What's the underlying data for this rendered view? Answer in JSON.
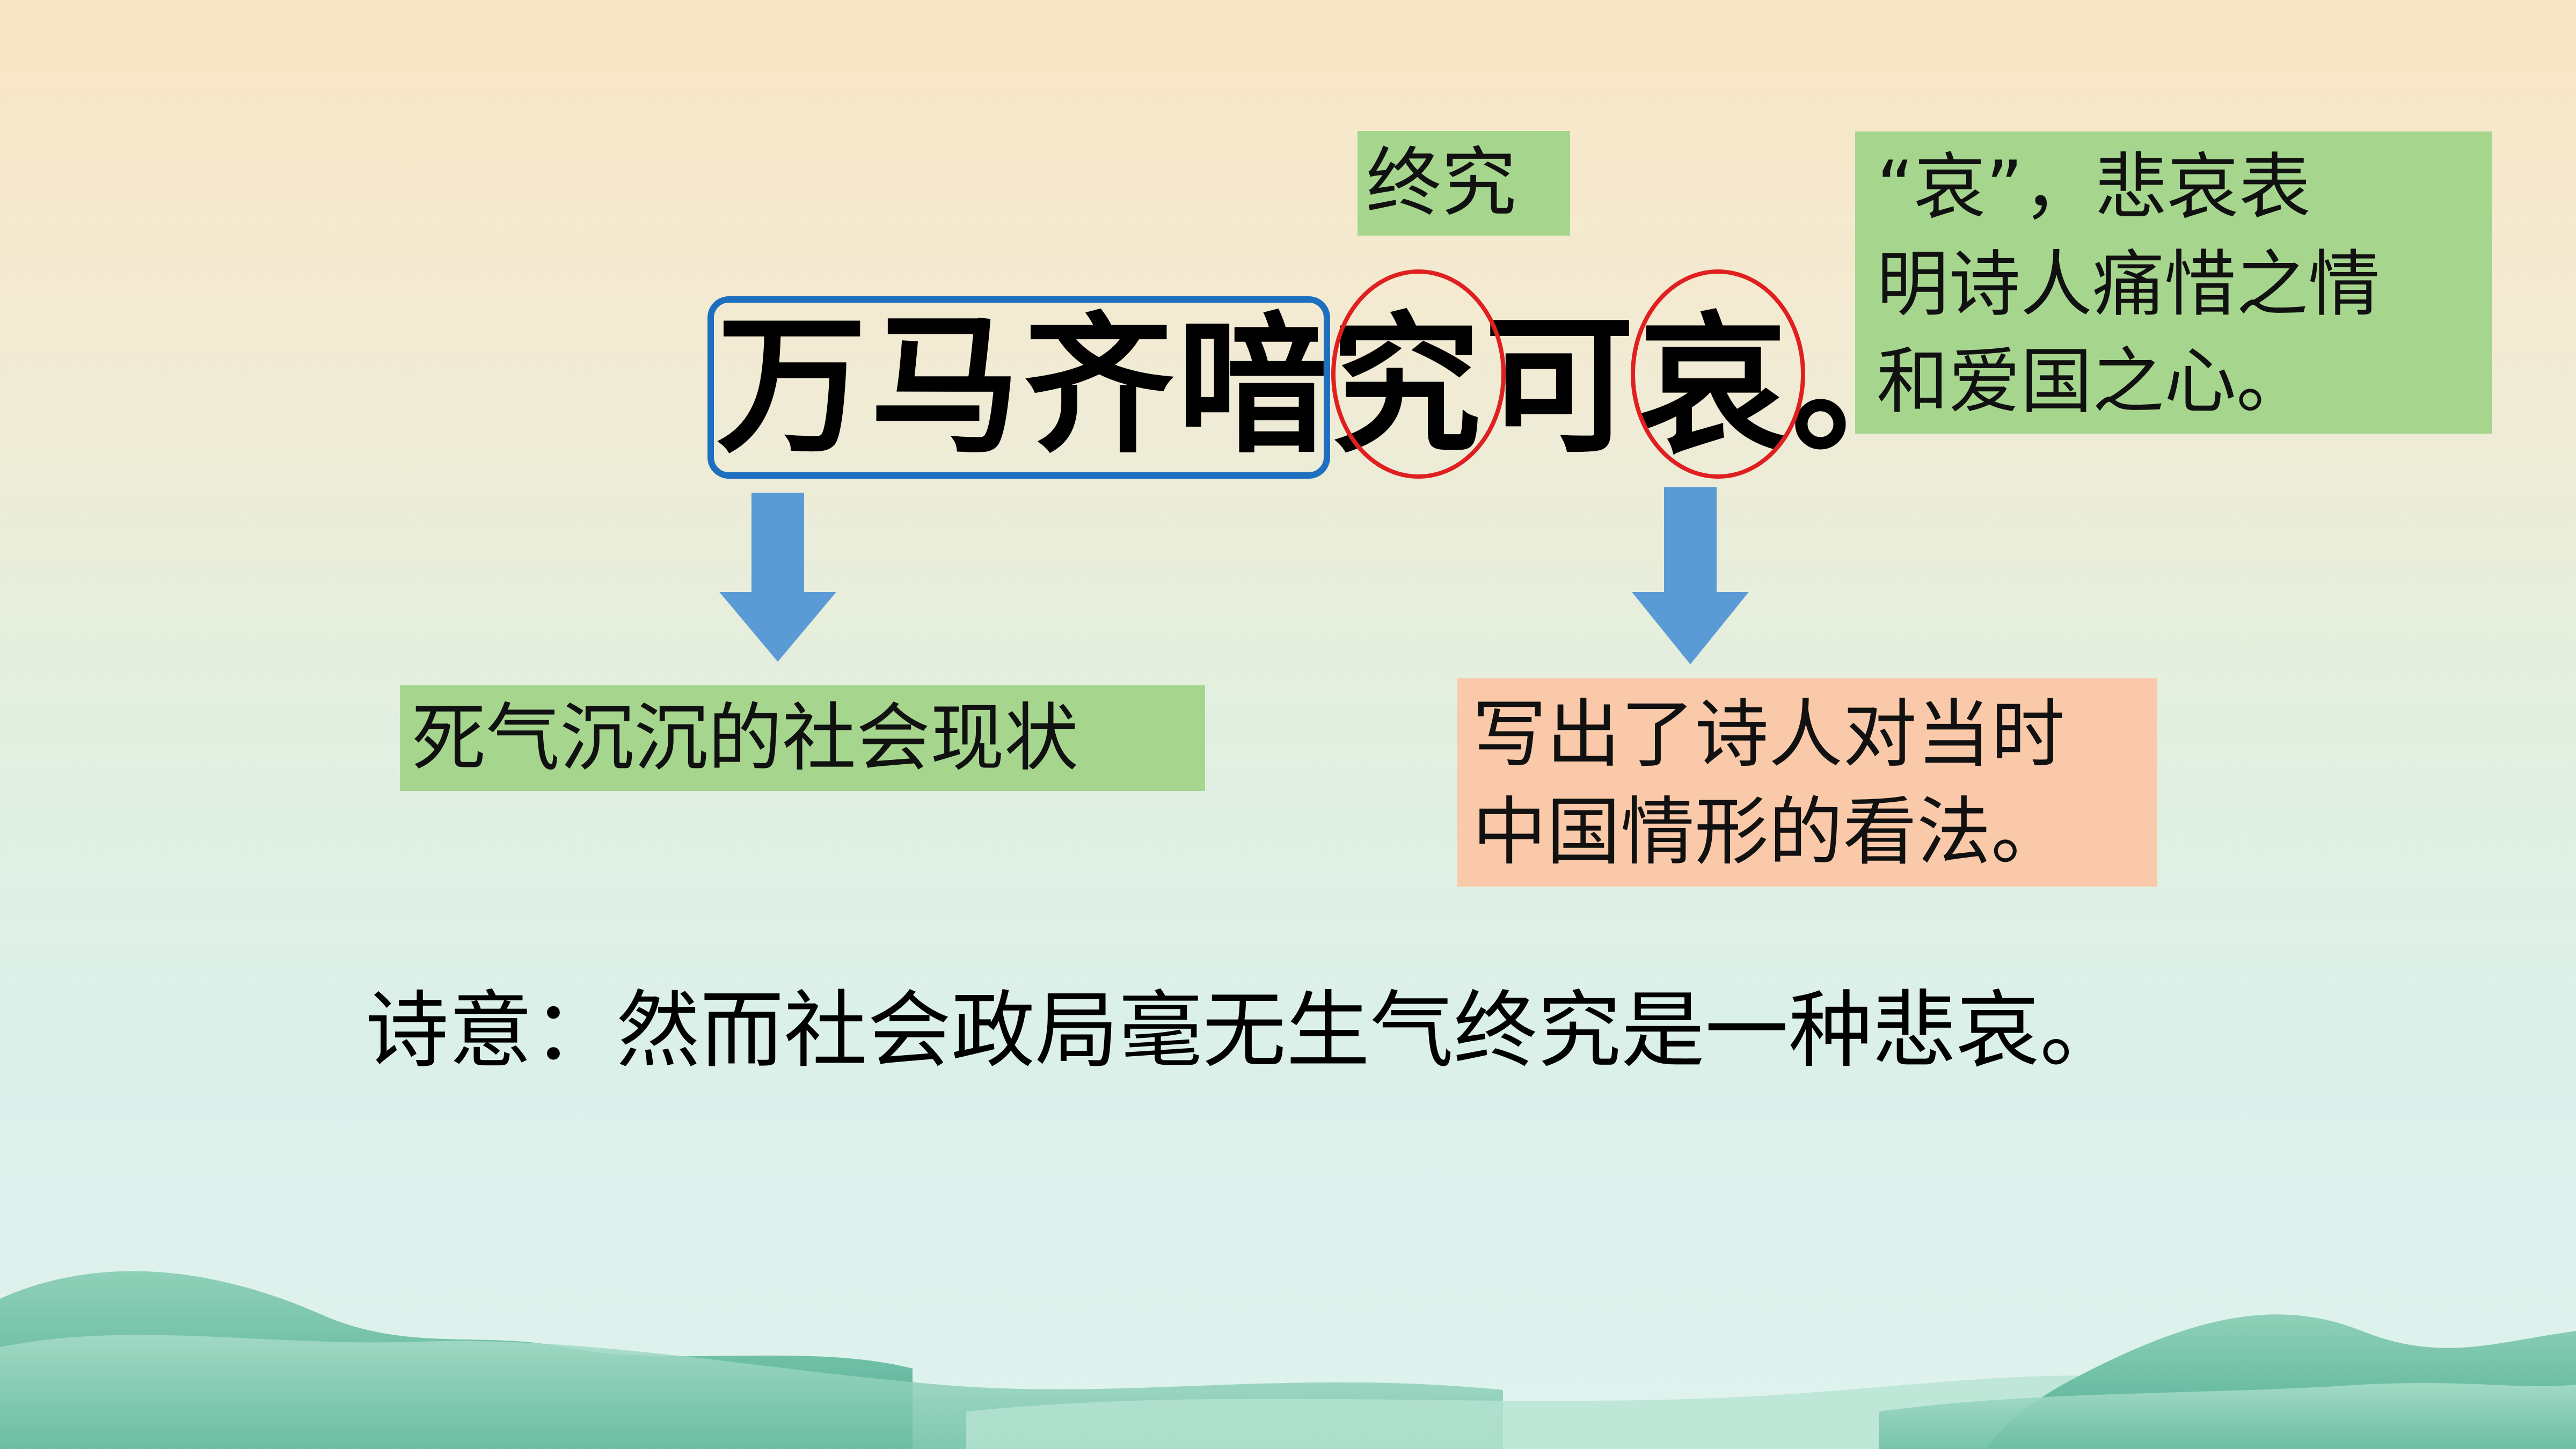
{
  "poem": {
    "chars": [
      "万",
      "马",
      "齐",
      "喑",
      "究",
      "可",
      "哀",
      "。"
    ]
  },
  "notes": {
    "zhongjiu": "终究",
    "ai_meaning_lines": [
      "“哀”，悲哀表",
      "明诗人痛惜之情",
      "和爱国之心。"
    ],
    "society": "死气沉沉的社会现状",
    "view_lines": [
      "写出了诗人对当时",
      "中国情形的看法。"
    ]
  },
  "meaning": "诗意：然而社会政局毫无生气终究是一种悲哀。",
  "colors": {
    "note_green": "#a6d68e",
    "note_peach": "#f9c9a9",
    "box_blue": "#1f6fc0",
    "circle_red": "#e02020",
    "arrow_blue": "#5b9bd5"
  }
}
